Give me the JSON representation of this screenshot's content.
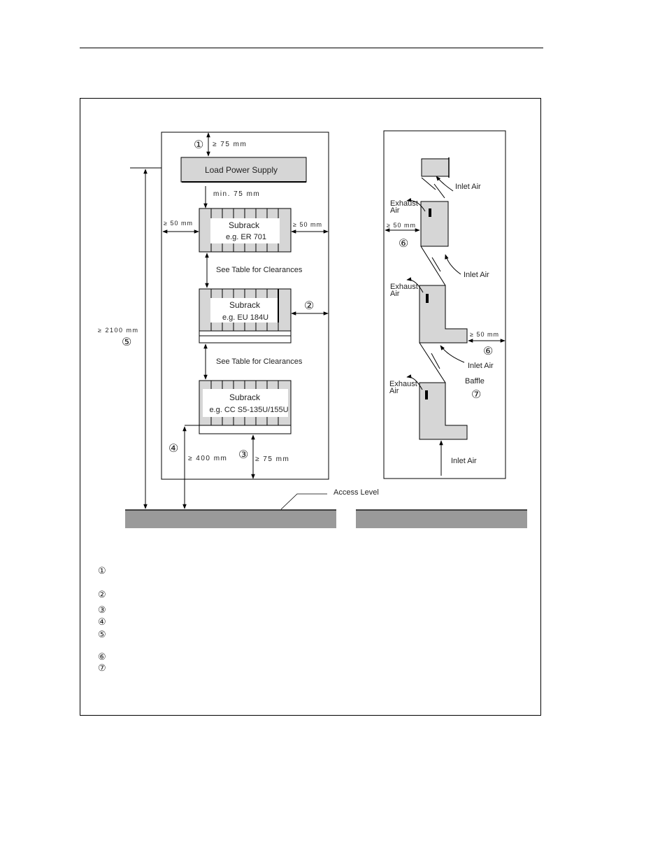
{
  "left_diagram": {
    "clearance_top": "≥ 75 mm",
    "load_power_supply": "Load Power Supply",
    "min_75": "min. 75 mm",
    "side_left": "≥ 50 mm",
    "side_right": "≥ 50 mm",
    "subrack_1": {
      "title": "Subrack",
      "example": "e.g. ER 701"
    },
    "subrack_2": {
      "title": "Subrack",
      "example": "e.g. EU 184U"
    },
    "subrack_3": {
      "title": "Subrack",
      "example": "e.g. CC S5-135U/155U"
    },
    "see_table_1": "See Table for Clearances",
    "see_table_2": "See Table for Clearances",
    "height_2100": "≥ 2100 mm",
    "clearance_400": "≥ 400 mm",
    "clearance_bottom": "≥ 75 mm",
    "access_level": "Access Level"
  },
  "right_diagram": {
    "inlet_air_1": "Inlet Air",
    "exhaust_1": "Exhaust",
    "air_1": "Air",
    "side_1": "≥ 50 mm",
    "inlet_air_2": "Inlet Air",
    "exhaust_2": "Exhaust",
    "air_2": "Air",
    "side_2": "≥ 50 mm",
    "inlet_air_3": "Inlet Air",
    "exhaust_3": "Exhaust",
    "air_3": "Air",
    "baffle": "Baffle",
    "inlet_air_4": "Inlet Air"
  },
  "markers": {
    "m1": "①",
    "m2": "②",
    "m3": "③",
    "m4": "④",
    "m5": "⑤",
    "m6": "⑥",
    "m7": "⑦"
  },
  "legend": [
    "①",
    "②",
    "③",
    "④",
    "⑤",
    "⑥",
    "⑦"
  ],
  "colors": {
    "fill": "#d6d6d6",
    "floor": "#9a9a9a",
    "line": "#000000"
  }
}
